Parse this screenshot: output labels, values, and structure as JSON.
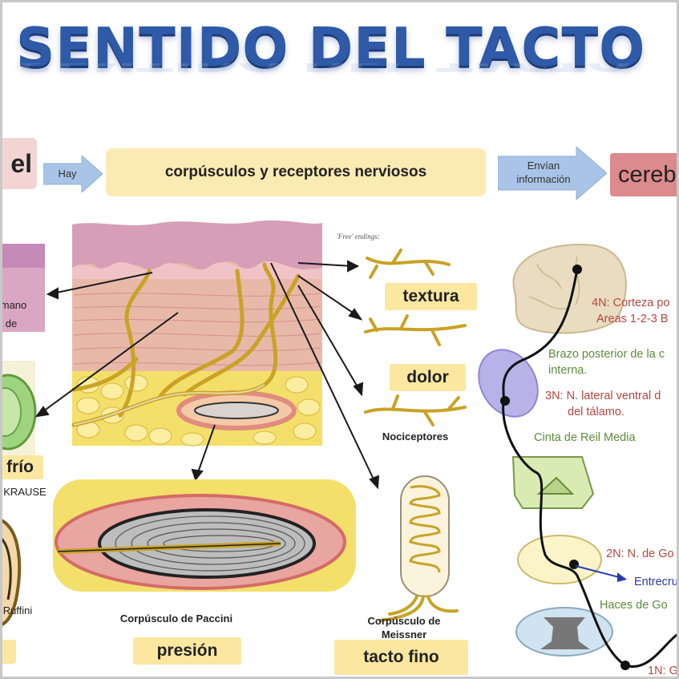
{
  "title": "SENTIDO DEL TACTO",
  "flow": {
    "skin_label": "el",
    "arrow1_label": "Hay",
    "receptors_label": "corpúsculos y receptores nerviosos",
    "arrow2_label_line1": "Envían",
    "arrow2_label_line2": "información",
    "brain_label": "cereb"
  },
  "skin_labels": {
    "textura": "textura",
    "dolor": "dolor",
    "nociceptores": "Nociceptores",
    "free_endings": "'Free' endings:",
    "frio": "frío",
    "krause": "KRAUSE",
    "mano_line1": "mano",
    "mano_line2": "de",
    "ruffini": "Ruffini",
    "paccini": "Corpúsculo de Paccini",
    "meissner_line1": "Corpúsculo de",
    "meissner_line2": "Meissner",
    "presion": "presión",
    "tacto_fino": "tacto fino"
  },
  "pathway": {
    "n4_line1": "4N: Corteza po",
    "n4_line2": "Areas 1-2-3 B",
    "brazo_line1": "Brazo posterior de la c",
    "brazo_line2": "interna.",
    "n3_line1": "3N: N. lateral ventral d",
    "n3_line2": "del tálamo.",
    "cinta": "Cinta de Reil Media",
    "n2": "2N: N. de Go",
    "entrecruz": "Entrecru",
    "haces": "Haces de Go",
    "n1": "1N: G"
  },
  "colors": {
    "title_blue": "#2e5aa8",
    "arrow_blue": "#a9c4e6",
    "label_yellow": "#fbe7a0",
    "skin_pink": "#e8b9a9",
    "nerve_gold": "#c9a226",
    "fat_yellow": "#f3df6a",
    "brain_beige": "#e9dcc0",
    "thalamus_purple": "#b9b2e8",
    "pons_green": "#d8ebb2",
    "red_text": "#b8463f",
    "green_text": "#5f8a3c",
    "blue_text": "#2a3ab0"
  }
}
